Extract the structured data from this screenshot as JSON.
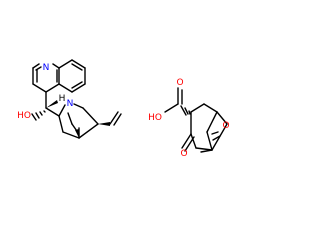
{
  "molecules": [
    {
      "atoms": [
        {
          "symbol": "N",
          "color": "#0000ff"
        },
        {
          "symbol": "HO",
          "color": "#ff0000"
        },
        {
          "symbol": "N",
          "color": "#0000ff"
        },
        {
          "symbol": "H",
          "color": "#000000"
        }
      ]
    },
    {
      "atoms": [
        {
          "symbol": "HO",
          "color": "#ff0000"
        },
        {
          "symbol": "O",
          "color": "#ff0000"
        },
        {
          "symbol": "O",
          "color": "#ff0000"
        },
        {
          "symbol": "O",
          "color": "#ff0000"
        }
      ]
    }
  ],
  "colors": {
    "bond": "#000000",
    "heteroatom_n": "#0000ff",
    "heteroatom_o": "#ff0000",
    "background": "#ffffff"
  }
}
